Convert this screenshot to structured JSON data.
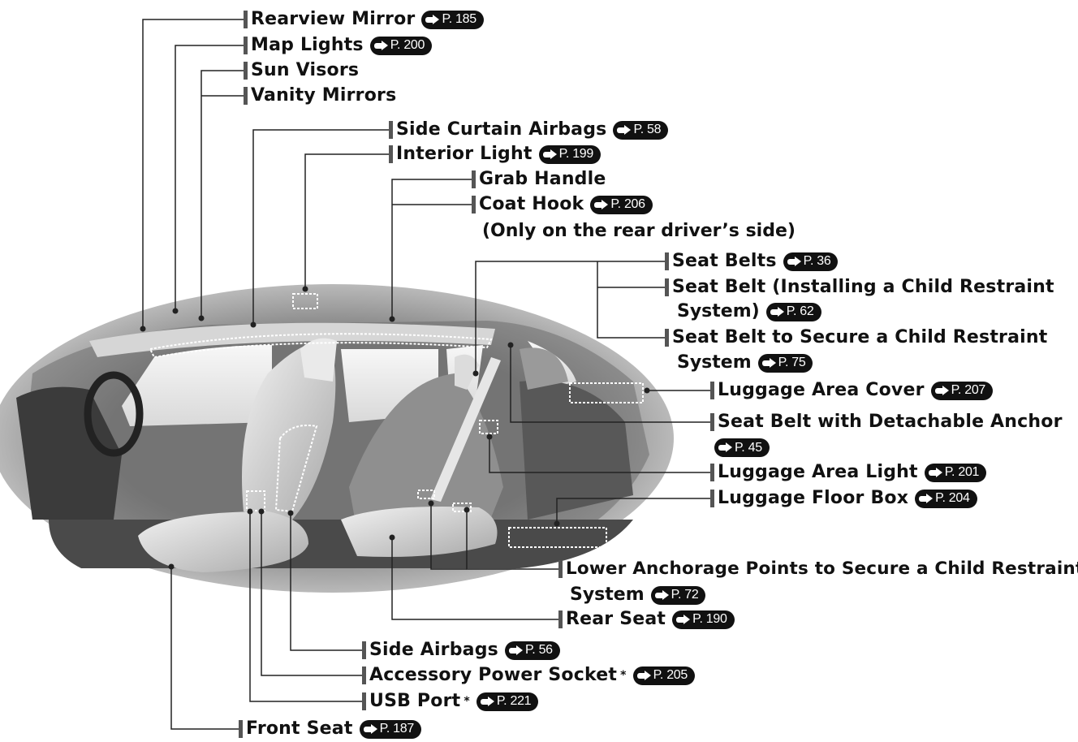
{
  "diagram": {
    "image_subject": "vehicle interior cutaway",
    "colors": {
      "line": "#222222",
      "ref_badge": "#111111",
      "label_bar": "#555555",
      "dotted_box": "#ffffff"
    },
    "icons": [
      "arrow-right-icon"
    ],
    "labels": {
      "rearview_mirror": {
        "text": "Rearview Mirror",
        "ref": "P. 185"
      },
      "map_lights": {
        "text": "Map Lights",
        "ref": "P. 200"
      },
      "sun_visors": {
        "text": "Sun Visors"
      },
      "vanity_mirrors": {
        "text": "Vanity Mirrors"
      },
      "side_curtain_airbags": {
        "text": "Side Curtain Airbags",
        "ref": "P. 58"
      },
      "interior_light": {
        "text": "Interior Light",
        "ref": "P. 199"
      },
      "grab_handle": {
        "text": "Grab Handle"
      },
      "coat_hook": {
        "text": "Coat Hook",
        "ref": "P. 206",
        "note": "(Only on the rear driver’s side)"
      },
      "seat_belts": {
        "text": "Seat Belts",
        "ref": "P. 36"
      },
      "seat_belt_child": {
        "text": "Seat Belt (Installing a Child Restraint",
        "text2": "System)",
        "ref": "P. 62"
      },
      "seat_belt_secure": {
        "text": "Seat Belt to Secure a Child Restraint",
        "text2": "System",
        "ref": "P. 75"
      },
      "luggage_area_cover": {
        "text": "Luggage Area Cover",
        "ref": "P. 207"
      },
      "seat_belt_detachable": {
        "text": "Seat Belt with Detachable Anchor",
        "ref": "P. 45"
      },
      "luggage_area_light": {
        "text": "Luggage Area Light",
        "ref": "P. 201"
      },
      "luggage_floor_box": {
        "text": "Luggage Floor Box",
        "ref": "P. 204"
      },
      "lower_anchorage": {
        "text": "Lower Anchorage Points to Secure a Child Restraint",
        "text2": "System",
        "ref": "P. 72"
      },
      "rear_seat": {
        "text": "Rear Seat",
        "ref": "P. 190"
      },
      "side_airbags": {
        "text": "Side Airbags",
        "ref": "P. 56"
      },
      "accessory_socket": {
        "text": "Accessory Power Socket",
        "star": "*",
        "ref": "P. 205"
      },
      "usb_port": {
        "text": "USB Port",
        "star": "*",
        "ref": "P. 221"
      },
      "front_seat": {
        "text": "Front Seat",
        "ref": "P. 187"
      }
    }
  }
}
